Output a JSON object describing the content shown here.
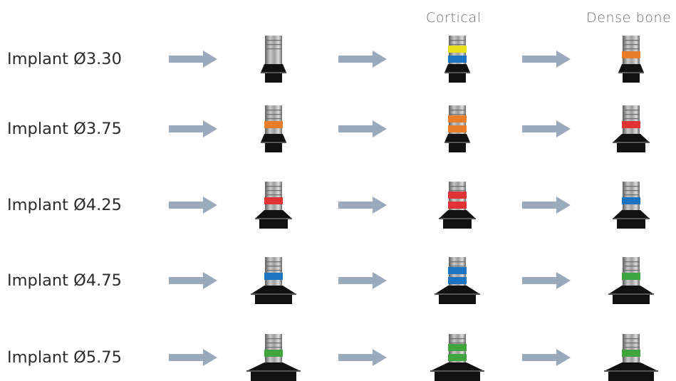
{
  "headers": {
    "cortical": "Cortical",
    "dense_bone": "Dense bone"
  },
  "colors": {
    "arrow": "#9aa9bc",
    "shaft": "#8f8f8f",
    "body": "#111111",
    "orange": "#ea7d2a",
    "yellow": "#e7e21c",
    "blue": "#1c74c0",
    "red": "#e03434",
    "green": "#3fa63f"
  },
  "rows": [
    {
      "label": "Implant Ø3.30",
      "drills": [
        {
          "bands": [],
          "body": "narrow"
        },
        {
          "bands": [
            "yellow",
            "blue"
          ],
          "body": "narrow"
        },
        {
          "bands": [
            "orange"
          ],
          "body": "narrow"
        }
      ]
    },
    {
      "label": "Implant Ø3.75",
      "drills": [
        {
          "bands": [
            "orange"
          ],
          "body": "narrow"
        },
        {
          "bands": [
            "orange",
            "orange"
          ],
          "body": "narrow"
        },
        {
          "bands": [
            "red"
          ],
          "body": "medium"
        }
      ]
    },
    {
      "label": "Implant Ø4.25",
      "drills": [
        {
          "bands": [
            "red"
          ],
          "body": "medium"
        },
        {
          "bands": [
            "red",
            "red"
          ],
          "body": "medium"
        },
        {
          "bands": [
            "blue"
          ],
          "body": "medium"
        }
      ]
    },
    {
      "label": "Implant Ø4.75",
      "drills": [
        {
          "bands": [
            "blue"
          ],
          "body": "wide"
        },
        {
          "bands": [
            "blue",
            "blue"
          ],
          "body": "wide"
        },
        {
          "bands": [
            "green"
          ],
          "body": "wide"
        }
      ]
    },
    {
      "label": "Implant Ø5.75",
      "drills": [
        {
          "bands": [
            "green"
          ],
          "body": "xwide"
        },
        {
          "bands": [
            "green",
            "green"
          ],
          "body": "xwide"
        },
        {
          "bands": [
            "green"
          ],
          "body": "xwide"
        }
      ]
    }
  ]
}
